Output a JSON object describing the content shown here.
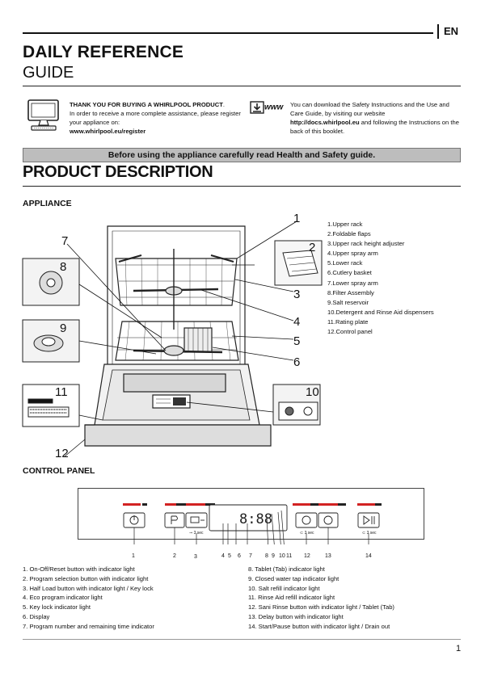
{
  "header": {
    "lang": "EN",
    "title_line1": "DAILY REFERENCE",
    "title_line2": "GUIDE"
  },
  "intro": {
    "left": {
      "bold": "THANK YOU FOR BUYING A WHIRLPOOL PRODUCT",
      "text": "In order to receive a more complete assistance, please register your appliance on:",
      "link": "www.whirlpool.eu/register"
    },
    "www_icon_label": "www",
    "right": {
      "text1": "You can download the Safety Instructions and the Use and Care Guide, by visiting our website",
      "link": "http://docs.whirlpool.eu",
      "text2": "and following the Instructions on the back of this booklet."
    }
  },
  "banner": "Before using the appliance carefully read Health and Safety guide.",
  "product_title": "PRODUCT DESCRIPTION",
  "appliance": {
    "heading": "APPLIANCE",
    "callouts": [
      "1",
      "2",
      "3",
      "4",
      "5",
      "6",
      "7",
      "8",
      "9",
      "10",
      "11",
      "12"
    ],
    "legend": [
      "1.Upper rack",
      "2.Foldable flaps",
      "3.Upper rack height adjuster",
      "4.Upper spray arm",
      "5.Lower rack",
      "6.Cutlery basket",
      "7.Lower spray arm",
      "8.Filter Assembly",
      "9.Salt reservoir",
      "10.Detergent and Rinse Aid dispensers",
      "11.Rating plate",
      "12.Control panel"
    ]
  },
  "control_panel": {
    "heading": "CONTROL PANEL",
    "display_text": "8:88",
    "hints": {
      "half_load": "3 sec",
      "salt": "3 sec",
      "drain": "3 sec"
    },
    "numbers": [
      "1",
      "2",
      "3",
      "4",
      "5",
      "6",
      "7",
      "8",
      "9",
      "10",
      "11",
      "12",
      "13",
      "14"
    ],
    "list_left": [
      "1.   On-Off/Reset button with indicator light",
      "2.   Program selection button with indicator light",
      "3.   Half Load button with indicator light / Key lock",
      "4.   Eco program indicator light",
      "5.   Key lock indicator light",
      "6.   Display",
      "7.   Program number and remaining time indicator"
    ],
    "list_right": [
      "8.   Tablet (Tab) indicator light",
      "9.   Closed water tap indicator light",
      "10. Salt refill indicator light",
      "11. Rinse Aid refill indicator light",
      "12. Sani Rinse button with indicator light / Tablet (Tab)",
      "13.  Delay button with indicator light",
      "14. Start/Pause button with indicator light / Drain out"
    ]
  },
  "page_number": "1",
  "colors": {
    "banner_bg": "#bdbdbd",
    "text": "#111111",
    "led_red": "#d22222"
  }
}
